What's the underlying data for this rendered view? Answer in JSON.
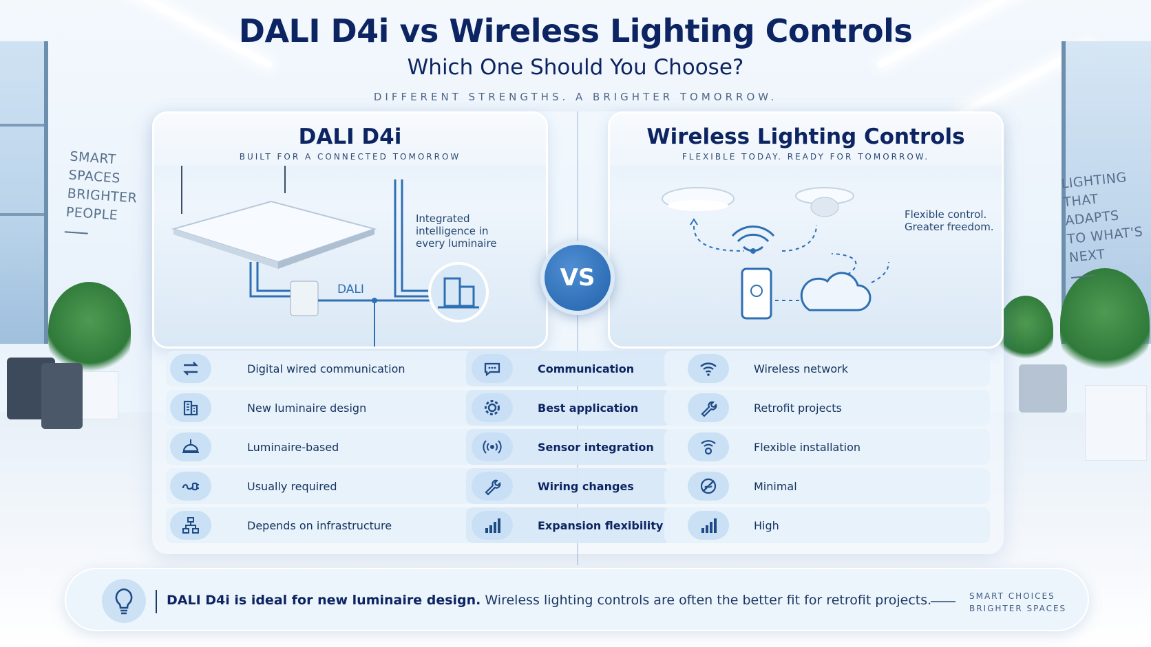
{
  "header": {
    "title": "DALI D4i vs Wireless Lighting Controls",
    "subtitle": "Which One Should You Choose?",
    "tagline": "DIFFERENT STRENGTHS. A BRIGHTER TOMORROW."
  },
  "wall_left": [
    "SMART",
    "SPACES",
    "BRIGHTER",
    "PEOPLE"
  ],
  "wall_right": [
    "LIGHTING",
    "THAT ADAPTS",
    "TO WHAT'S",
    "NEXT"
  ],
  "left_card": {
    "title": "DALI D4i",
    "subtitle": "BUILT FOR A CONNECTED TOMORROW",
    "note": "Integrated intelligence in every luminaire",
    "bus_label": "DALI"
  },
  "right_card": {
    "title": "Wireless Lighting Controls",
    "subtitle": "FLEXIBLE TODAY. READY FOR TOMORROW.",
    "note": "Flexible control. Greater freedom."
  },
  "vs_label": "VS",
  "rows": [
    {
      "left": "Digital wired communication",
      "left_icon": "arrows-exchange-icon",
      "middle": "Communication",
      "middle_icon": "chat-bubble-icon",
      "right": "Wireless network",
      "right_icon": "wifi-icon"
    },
    {
      "left": "New luminaire design",
      "left_icon": "building-icon",
      "middle": "Best application",
      "middle_icon": "gear-icon",
      "right": "Retrofit projects",
      "right_icon": "wrench-icon"
    },
    {
      "left": "Luminaire-based",
      "left_icon": "pendant-lamp-icon",
      "middle": "Sensor integration",
      "middle_icon": "sensor-waves-icon",
      "right": "Flexible installation",
      "right_icon": "wifi-router-icon"
    },
    {
      "left": "Usually required",
      "left_icon": "plug-cable-icon",
      "middle": "Wiring changes",
      "middle_icon": "wrench-icon",
      "right": "Minimal",
      "right_icon": "no-wire-icon"
    },
    {
      "left": "Depends on infrastructure",
      "left_icon": "network-tree-icon",
      "middle": "Expansion flexibility",
      "middle_icon": "signal-bars-icon",
      "right": "High",
      "right_icon": "signal-bars-icon"
    }
  ],
  "bottom": {
    "bold": "DALI D4i is ideal for new luminaire design.",
    "text": " Wireless lighting controls are often the better fit for retrofit projects.",
    "right_line1": "SMART CHOICES",
    "right_line2": "BRIGHTER SPACES"
  },
  "colors": {
    "navy": "#0c2461",
    "accent_blue": "#2f6fb7",
    "line_blue": "#2e6fb3",
    "panel_bg": "#e7f1fb"
  }
}
